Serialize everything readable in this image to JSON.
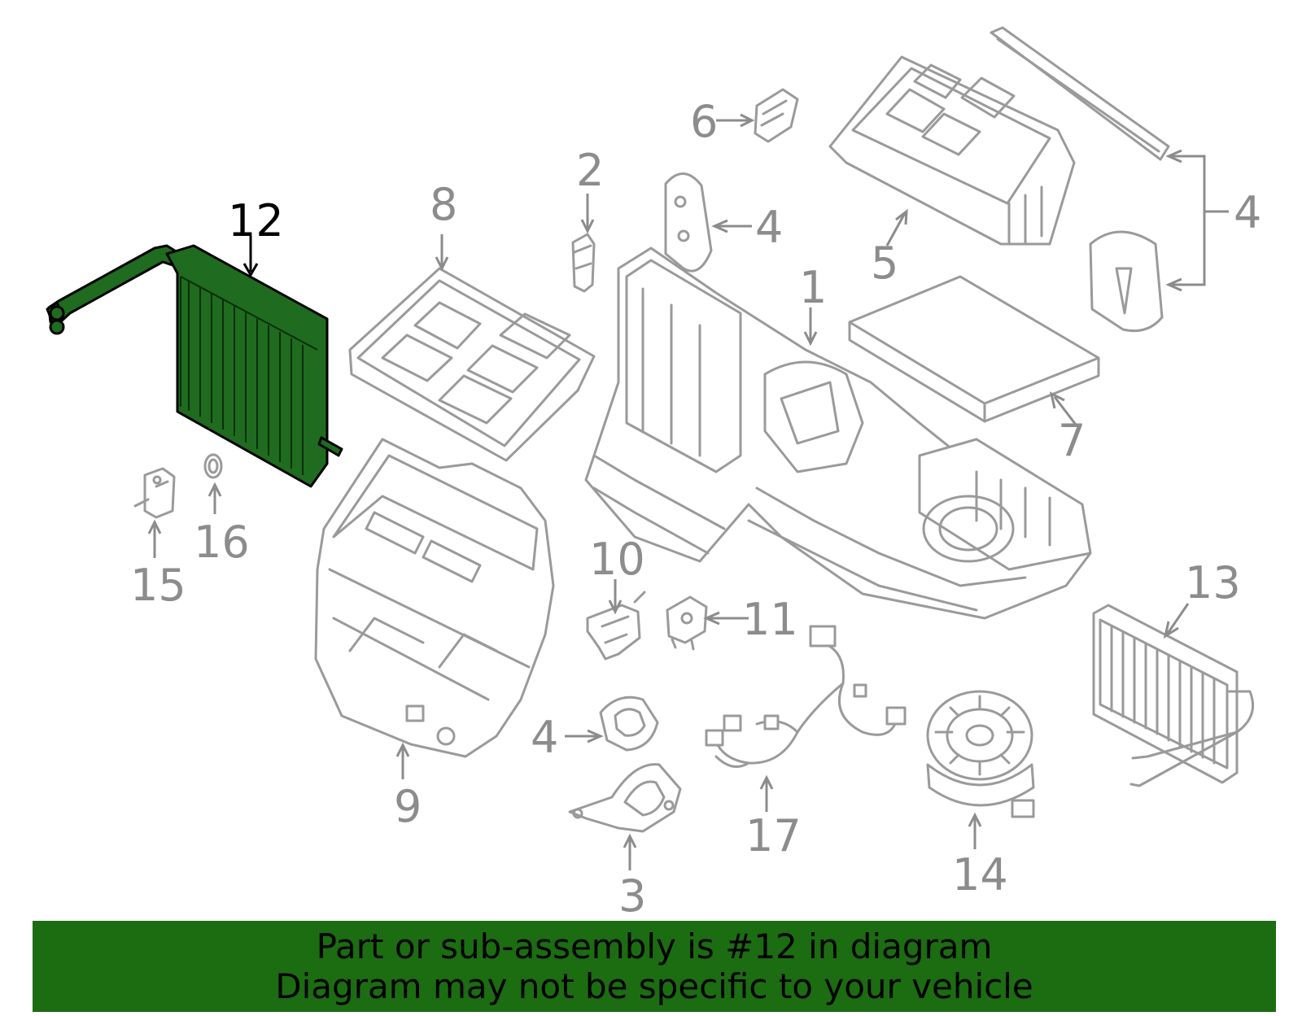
{
  "callouts": {
    "c1": "1",
    "c2": "2",
    "c3": "3",
    "c4a": "4",
    "c4b": "4",
    "c4c": "4",
    "c5": "5",
    "c6": "6",
    "c7": "7",
    "c8": "8",
    "c9": "9",
    "c10": "10",
    "c11": "11",
    "c12": "12",
    "c13": "13",
    "c14": "14",
    "c15": "15",
    "c16": "16",
    "c17": "17"
  },
  "highlighted_part": "12",
  "banner": {
    "line1": "Part or sub-assembly is #12 in diagram",
    "line2": "Diagram may not be specific to your vehicle"
  },
  "colors": {
    "highlight": "#1f6b1f",
    "banner": "#1c6c12",
    "part_stroke": "#9a9a9a"
  }
}
